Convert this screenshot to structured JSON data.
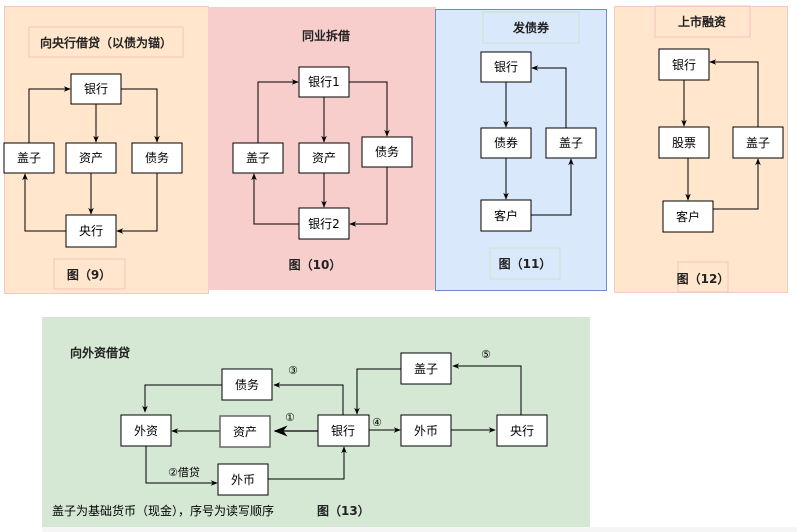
{
  "colors": {
    "panel_orange": "#ffe6cc",
    "panel_pink": "#f8cecc",
    "panel_blue": "#dae8fc",
    "panel_green": "#d5e8d4",
    "node_fill": "#ffffff",
    "edge": "#000000"
  },
  "fig9": {
    "title": "向央行借贷（以债为锚）",
    "caption": "图（9）",
    "nodes": {
      "bank": "银行",
      "base_money": "盖子",
      "asset": "资产",
      "debt": "债务",
      "central_bank": "央行"
    }
  },
  "fig10": {
    "title": "同业拆借",
    "caption": "图（10）",
    "nodes": {
      "bank1": "银行1",
      "base_money": "盖子",
      "asset": "资产",
      "debt": "债务",
      "bank2": "银行2"
    }
  },
  "fig11": {
    "title": "发债券",
    "caption": "图（11）",
    "nodes": {
      "bank": "银行",
      "bond": "债券",
      "base_money": "盖子",
      "customer": "客户"
    }
  },
  "fig12": {
    "title": "上市融资",
    "caption": "图（12）",
    "nodes": {
      "bank": "银行",
      "stock": "股票",
      "base_money": "盖子",
      "customer": "客户"
    }
  },
  "fig13": {
    "title": "向外资借贷",
    "caption": "图（13）",
    "note": "盖子为基础货币（现金），序号为读写顺序",
    "nodes": {
      "debt": "债务",
      "foreign_capital": "外资",
      "asset": "资产",
      "bank": "银行",
      "foreign_currency_bottom": "外币",
      "base_money": "盖子",
      "foreign_currency": "外币",
      "central_bank": "央行"
    },
    "edge_labels": {
      "step1": "①",
      "step2": "②借贷",
      "step3": "③",
      "step4": "④",
      "step5": "⑤"
    }
  }
}
